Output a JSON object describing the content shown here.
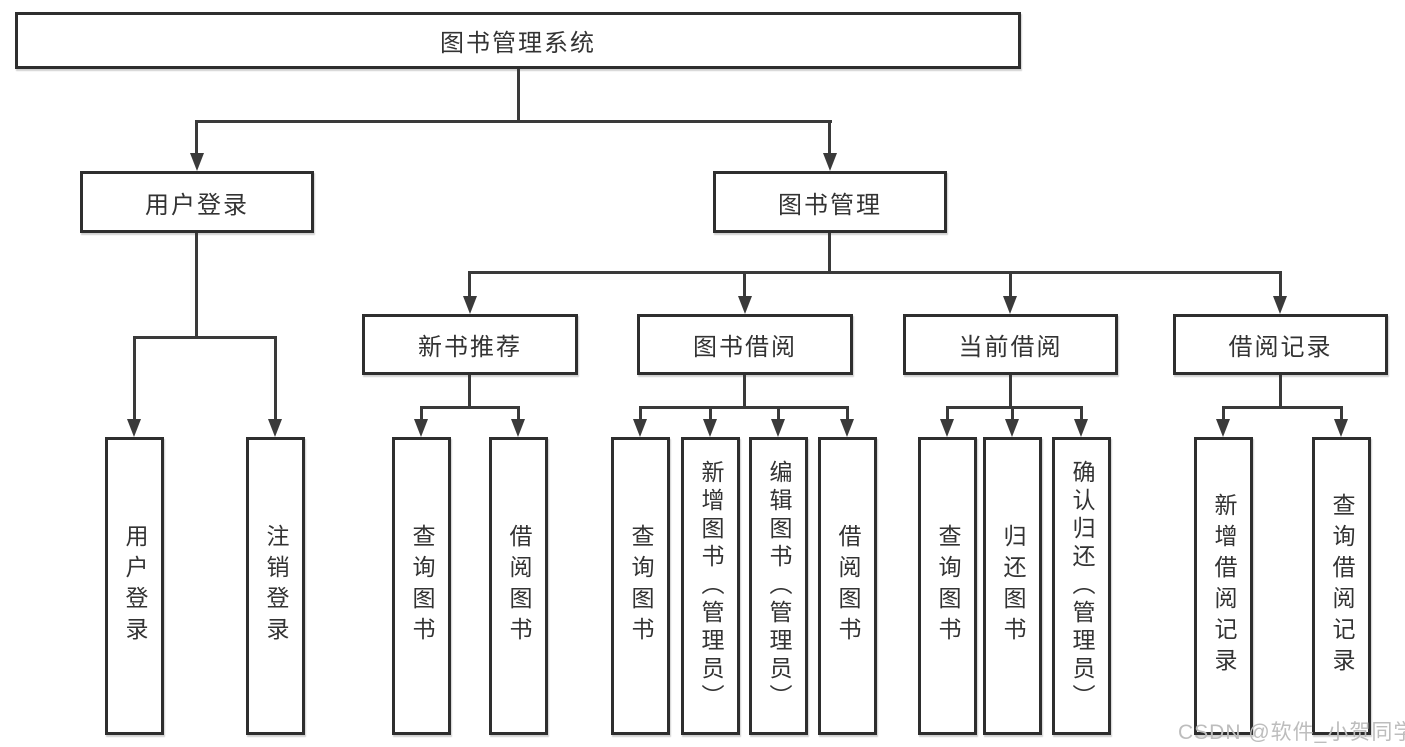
{
  "diagram": {
    "root": {
      "label": "图书管理系统"
    },
    "user_login": {
      "label": "用户登录",
      "children": {
        "login": {
          "label": "用户登录"
        },
        "logout": {
          "label": "注销登录"
        }
      }
    },
    "book_mgmt": {
      "label": "图书管理",
      "children": {
        "new_book_rec": {
          "label": "新书推荐",
          "children": {
            "query_books": {
              "label": "查询图书"
            },
            "borrow_books": {
              "label": "借阅图书"
            }
          }
        },
        "book_borrow": {
          "label": "图书借阅",
          "children": {
            "query_books": {
              "label": "查询图书"
            },
            "add_books": {
              "label": "新增图书（管理员）"
            },
            "edit_books": {
              "label": "编辑图书（管理员）"
            },
            "borrow_books": {
              "label": "借阅图书"
            }
          }
        },
        "current_borrow": {
          "label": "当前借阅",
          "children": {
            "query_books": {
              "label": "查询图书"
            },
            "return_books": {
              "label": "归还图书"
            },
            "confirm_return": {
              "label": "确认归还（管理员）"
            }
          }
        },
        "borrow_records": {
          "label": "借阅记录",
          "children": {
            "add_record": {
              "label": "新增借阅记录"
            },
            "query_record": {
              "label": "查询借阅记录"
            }
          }
        }
      }
    },
    "watermark": "CSDN @软件_小贺同学",
    "colors": {
      "background": "#ffffff",
      "box_border": "#2e2e2e",
      "line": "#3a3a3a",
      "text": "#333333",
      "watermark": "#bdbdbd"
    }
  }
}
